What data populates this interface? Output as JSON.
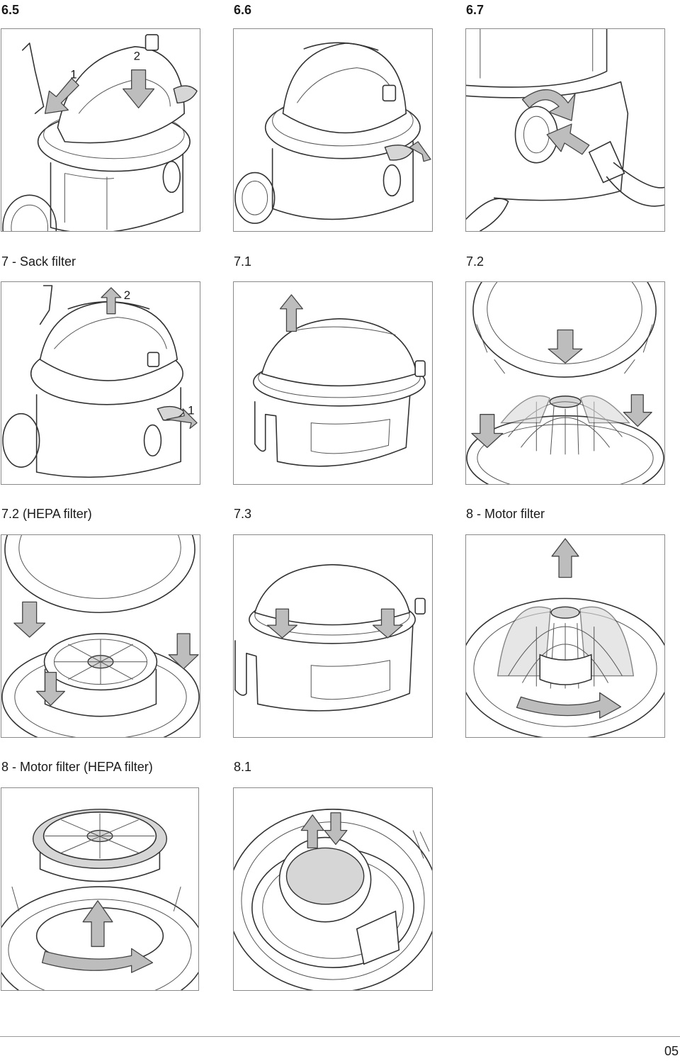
{
  "labels": {
    "s65": "6.5",
    "s66": "6.6",
    "s67": "6.7",
    "sack": "7 - Sack filter",
    "s71": "7.1",
    "s72": "7.2",
    "s72hepa": "7.2 (HEPA filter)",
    "s73": "7.3",
    "motor": "8 - Motor filter",
    "motorhepa": "8 - Motor filter (HEPA filter)",
    "s81": "8.1"
  },
  "callouts": {
    "p65_a": "1",
    "p65_b": "2",
    "p71_a": "2",
    "p71_b": "1"
  },
  "page_number": "05",
  "colors": {
    "line": "#333333",
    "arrow_fill": "#bdbdbd",
    "panel_border": "#8a8a8a",
    "rule": "#9a9a9a"
  }
}
